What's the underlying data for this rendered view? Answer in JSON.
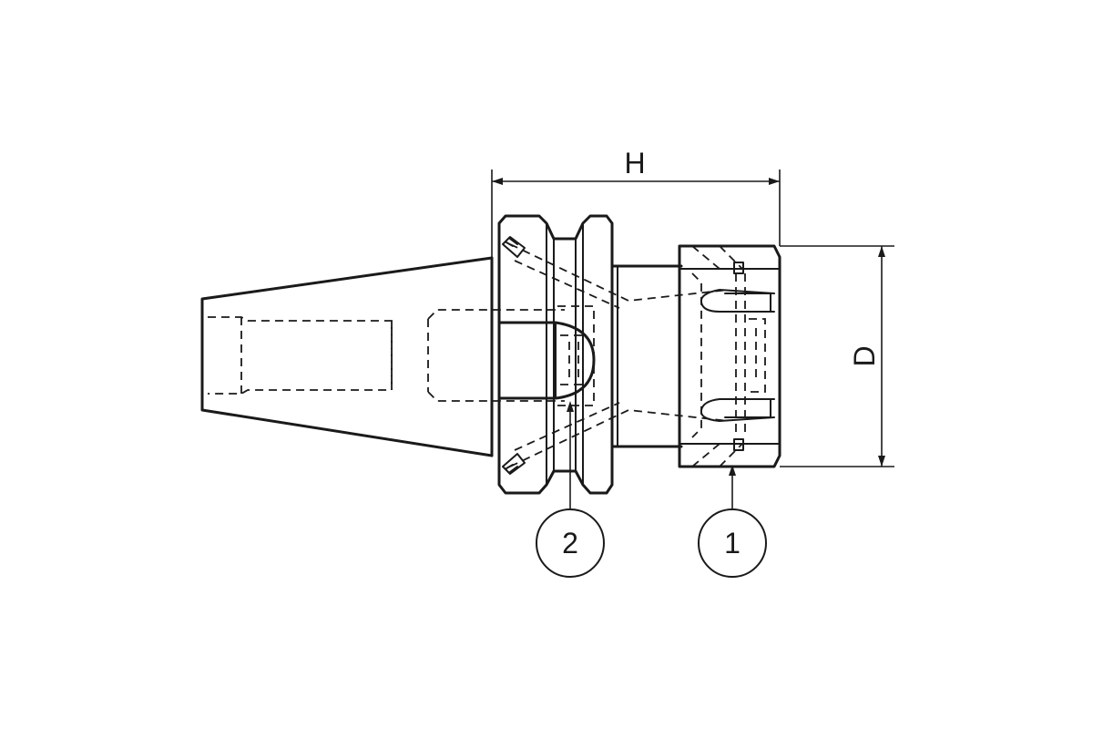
{
  "dimensions": {
    "height_label": "H",
    "diameter_label": "D"
  },
  "callouts": [
    {
      "number": "2"
    },
    {
      "number": "1"
    }
  ],
  "colors": {
    "line": "#1a1a1a",
    "background": "#ffffff"
  }
}
